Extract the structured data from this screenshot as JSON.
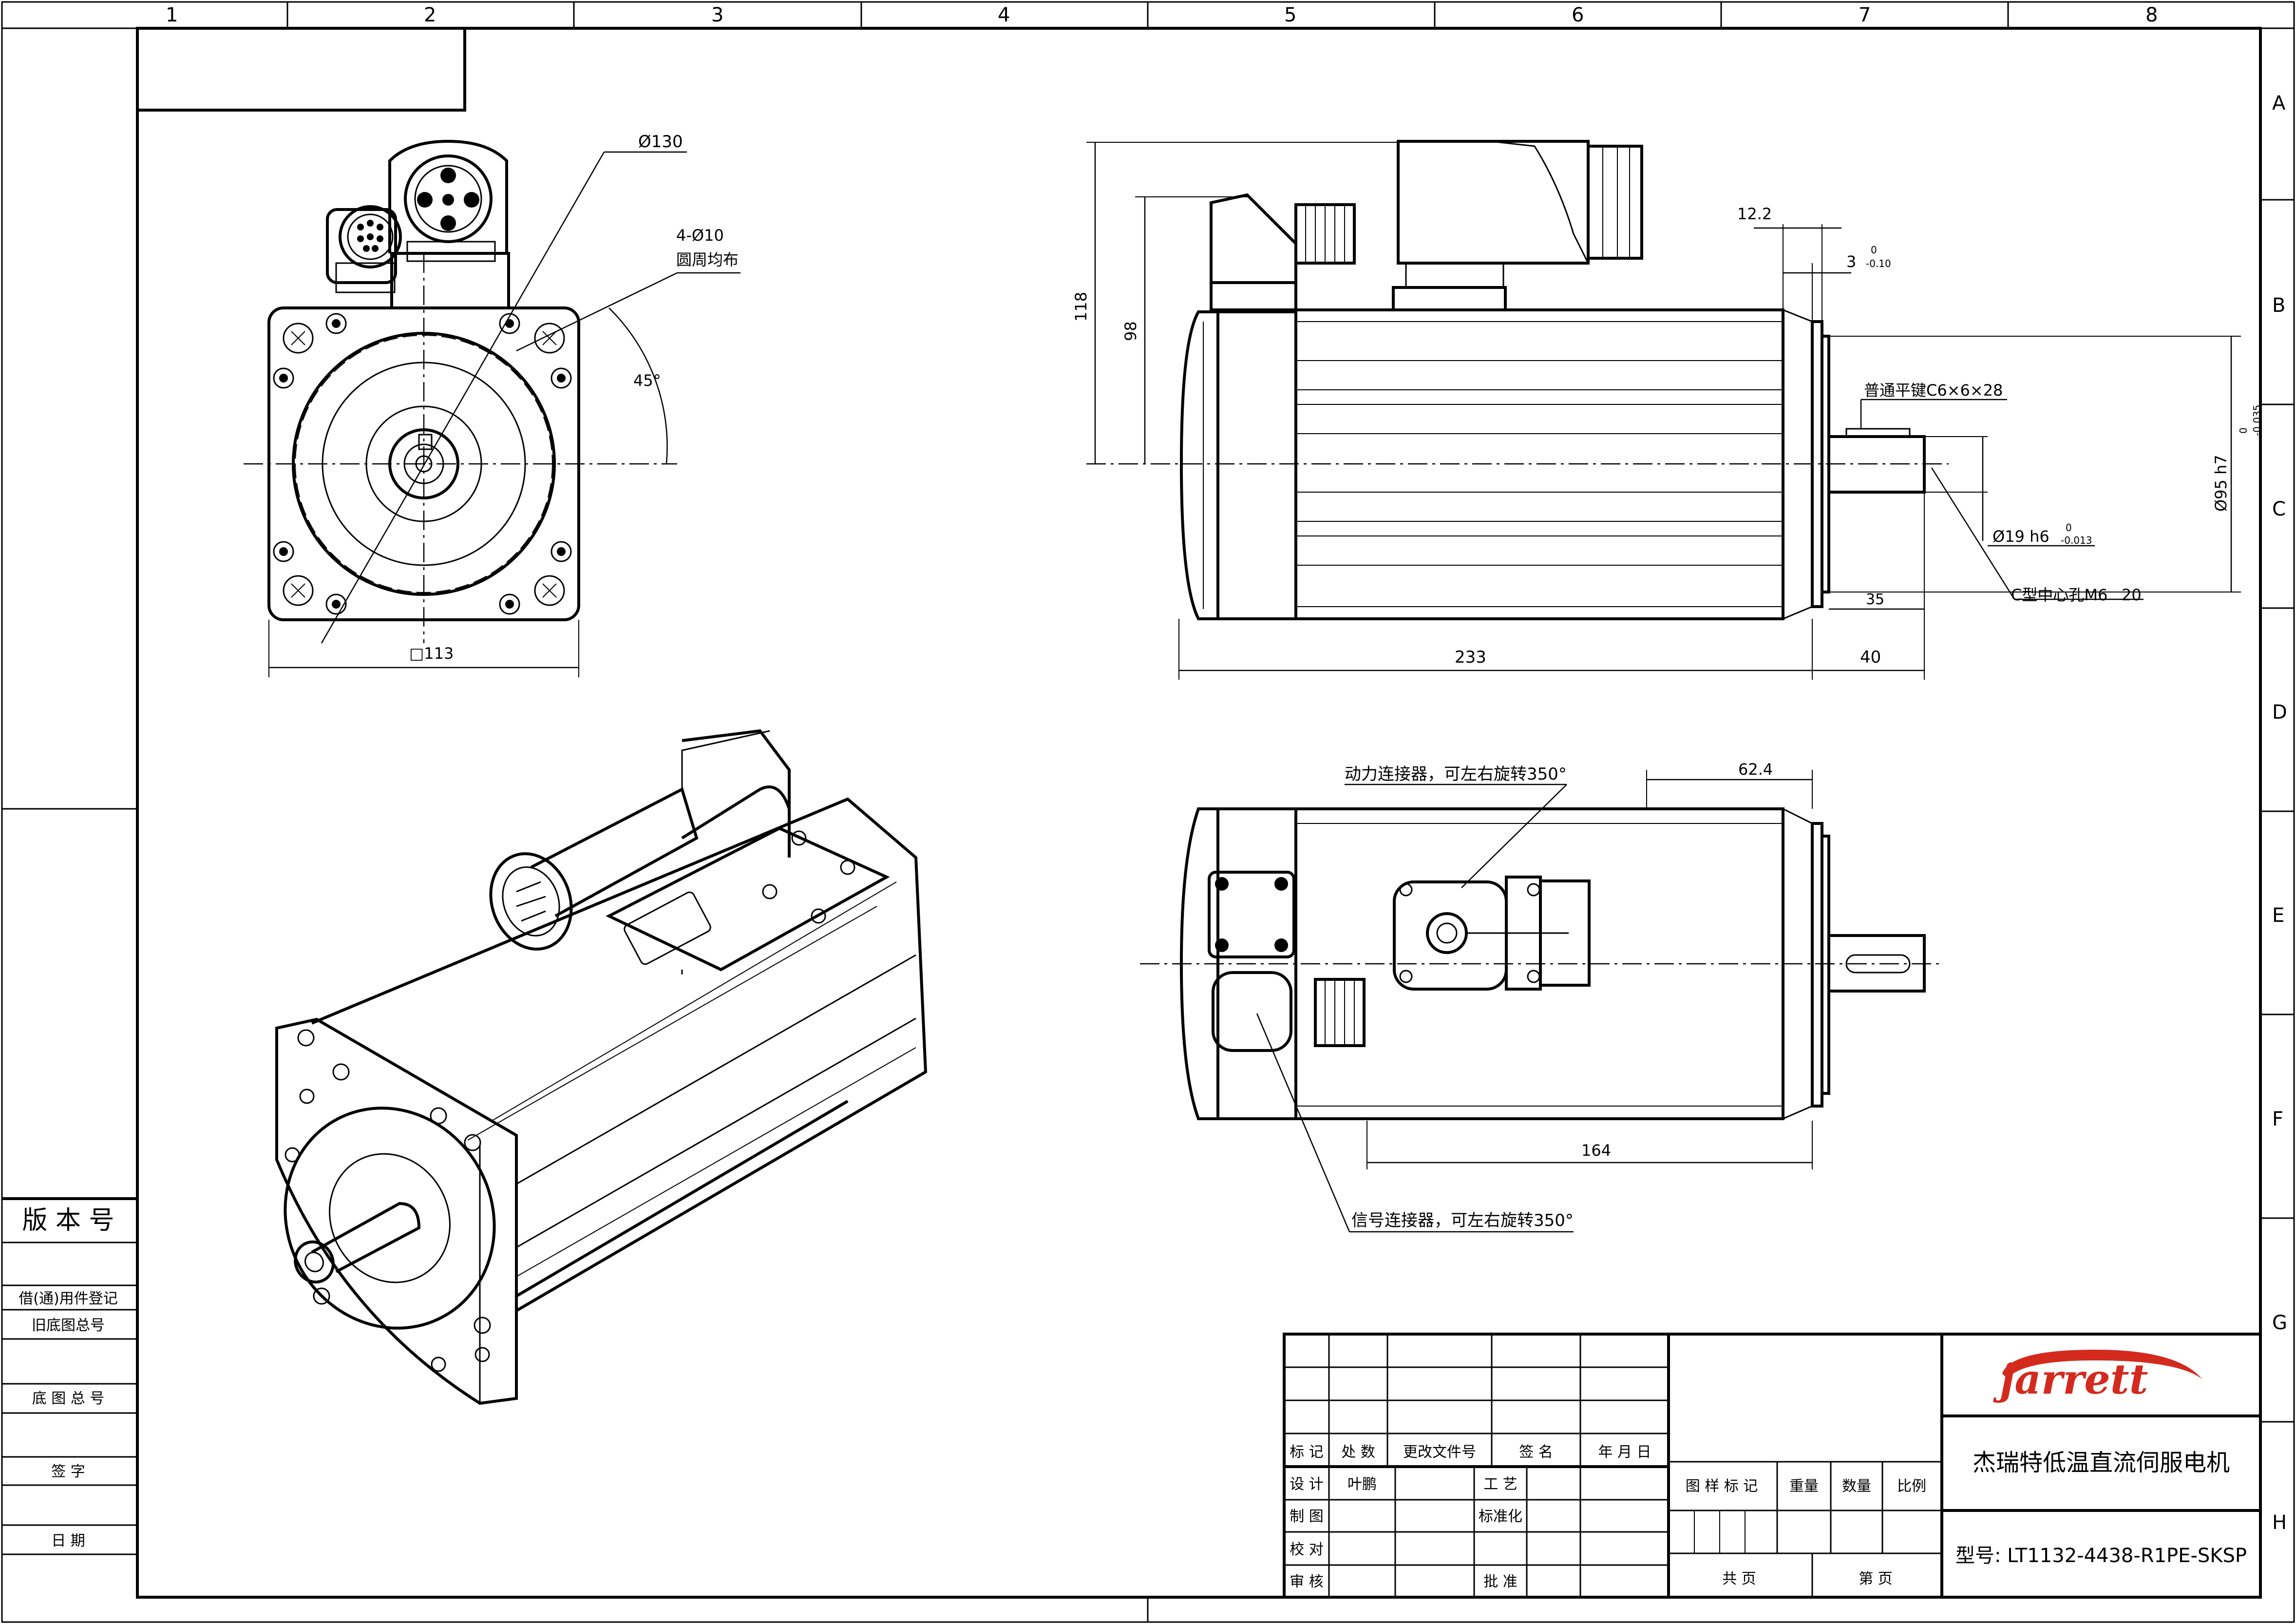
{
  "grid": {
    "columns": [
      "1",
      "2",
      "3",
      "4",
      "5",
      "6",
      "7",
      "8"
    ],
    "rows": [
      "A",
      "B",
      "C",
      "D",
      "E",
      "F",
      "G",
      "H"
    ]
  },
  "front_view": {
    "dia_pcd": "Ø130",
    "holes": "4-Ø10",
    "holes_note": "圆周均布",
    "angle": "45°",
    "flange": "□113"
  },
  "side_view": {
    "h118": "118",
    "h98": "98",
    "d12_2": "12.2",
    "d3": "3",
    "d3_tol_upper": "0",
    "d3_tol_lower": "-0.10",
    "key": "普通平键C6×6×28",
    "pilot": "Ø95 h7",
    "pilot_tol_upper": "0",
    "pilot_tol_lower": "-0.035",
    "shaft": "Ø19 h6",
    "shaft_tol_upper": "0",
    "shaft_tol_lower": "-0.013",
    "d35": "35",
    "center_hole": "C型中心孔M6",
    "center_hole_depth": "20",
    "length_body": "233",
    "length_shaft": "40"
  },
  "top_view": {
    "power_conn": "动力连接器，可左右旋转350°",
    "d62_4": "62.4",
    "d164": "164",
    "signal_conn": "信号连接器，可左右旋转350°"
  },
  "left_column": {
    "version": "版 本 号",
    "borrow": "借(通)用件登记",
    "old_drawing": "旧底图总号",
    "base_drawing": "底 图 总 号",
    "sign": "签    字",
    "date": "日    期"
  },
  "title_block": {
    "hdr_mark": "标 记",
    "hdr_count": "处 数",
    "hdr_change": "更改文件号",
    "hdr_sign": "签  名",
    "hdr_date": "年 月 日",
    "design": "设 计",
    "designer": "叶鹏",
    "craft": "工 艺",
    "draw": "制 图",
    "standard": "标准化",
    "check": "校 对",
    "review": "审 核",
    "approve": "批 准",
    "sample_mark": "图 样 标 记",
    "weight": "重量",
    "quantity": "数量",
    "scale": "比例",
    "total": "共    页",
    "page": "第    页",
    "logo": "jarrett",
    "title": "杰瑞特低温直流伺服电机",
    "model": "型号: LT1132-4438-R1PE-SKSP"
  },
  "colors": {
    "logo_red": "#d42a1e"
  }
}
